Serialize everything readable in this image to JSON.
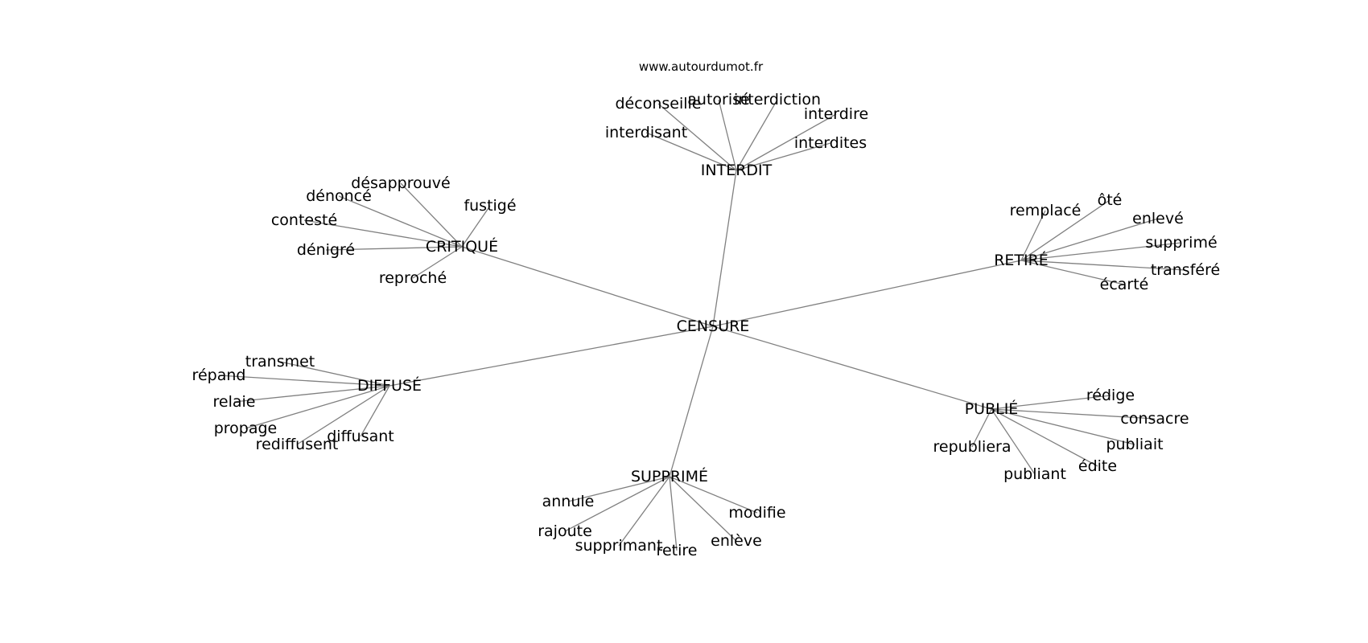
{
  "watermark": "www.autourdumot.fr",
  "graph": {
    "center": {
      "id": "censure",
      "label": "CENSURE"
    },
    "hubs": [
      {
        "id": "interdit",
        "label": "INTERDIT",
        "leaves": [
          "déconseille",
          "autorisé",
          "interdiction",
          "interdire",
          "interdisant",
          "interdites"
        ]
      },
      {
        "id": "critique",
        "label": "CRITIQUÉ",
        "leaves": [
          "désapprouvé",
          "dénoncé",
          "fustigé",
          "contesté",
          "dénigré",
          "reproché"
        ]
      },
      {
        "id": "retire",
        "label": "RETIRÉ",
        "leaves": [
          "remplacé",
          "ôté",
          "enlevé",
          "supprimé",
          "transféré",
          "écarté"
        ]
      },
      {
        "id": "diffuse",
        "label": "DIFFUSÉ",
        "leaves": [
          "transmet",
          "répand",
          "relaie",
          "propage",
          "rediffusent",
          "diffusant"
        ]
      },
      {
        "id": "publie",
        "label": "PUBLIÉ",
        "leaves": [
          "rédige",
          "consacre",
          "publiait",
          "édite",
          "republiera",
          "publiant"
        ]
      },
      {
        "id": "supprime",
        "label": "SUPPRIMÉ",
        "leaves": [
          "annule",
          "rajoute",
          "supprimant",
          "retire",
          "enlève",
          "modifie"
        ]
      }
    ]
  }
}
